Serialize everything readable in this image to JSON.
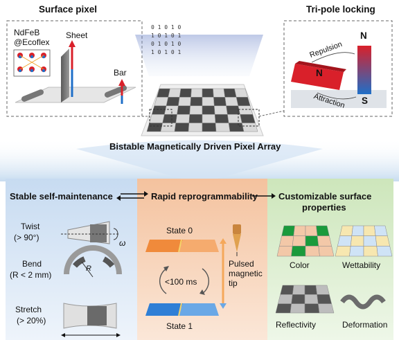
{
  "top": {
    "surface_pixel_title": "Surface pixel",
    "material_line1": "NdFeB",
    "material_line2": "@Ecoflex",
    "sheet_label": "Sheet",
    "bar_label": "Bar",
    "tri_pole_title": "Tri-pole locking",
    "repulsion_label": "Repulsion",
    "attraction_label": "Attraction",
    "pole_n_top": "N",
    "pole_n_mid": "N",
    "pole_s": "S",
    "array_caption": "Bistable Magnetically Driven Pixel Array",
    "binary_rows": [
      "0 1 0 1 0",
      "1 0 1 0 1",
      "0 1 0 1 0",
      "1 0 1 0 1"
    ]
  },
  "panels": {
    "stable_title": "Stable self-maintenance",
    "rapid_title": "Rapid reprogrammability",
    "custom_title_line1": "Customizable surface",
    "custom_title_line2": "properties"
  },
  "stable": {
    "twist_label": "Twist",
    "twist_value": "(> 90°)",
    "omega": "ω",
    "bend_label": "Bend",
    "bend_value": "(R < 2 mm)",
    "r_symbol": "R",
    "stretch_label": "Stretch",
    "stretch_value": "(> 20%)"
  },
  "rapid": {
    "state0": "State 0",
    "state1": "State 1",
    "time": "<100 ms",
    "tip_line1": "Pulsed",
    "tip_line2": "magnetic",
    "tip_line3": "tip"
  },
  "custom": {
    "color": "Color",
    "wettability": "Wettability",
    "reflectivity": "Reflectivity",
    "deformation": "Deformation"
  },
  "colors": {
    "blue_panel": "#d6e6f5",
    "orange_panel": "#f7d2b6",
    "green_panel": "#d7ecc9",
    "magnet_red": "#d9202a",
    "magnet_blue": "#1f6fc8",
    "grid_green": "#1a9a3c",
    "tile_peach": "#f3c8a8"
  }
}
